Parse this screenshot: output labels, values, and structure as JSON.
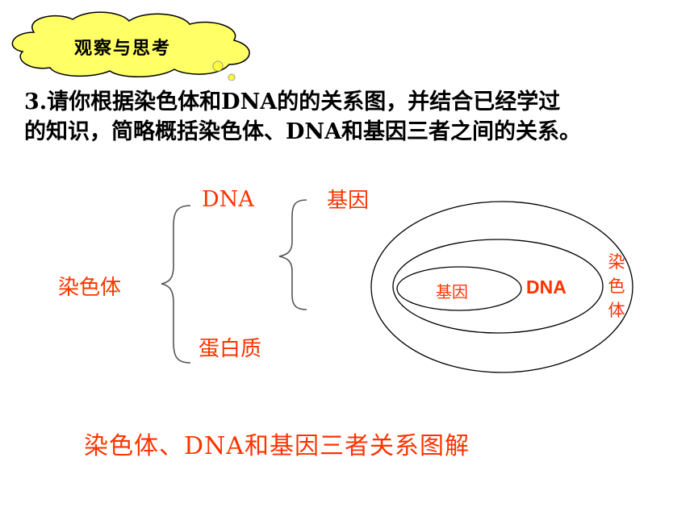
{
  "banner": {
    "label": "观察与思考"
  },
  "question": {
    "line1": "3.请你根据染色体和DNA的的关系图，并结合已经学过",
    "line2": "的知识，简略概括染色体、DNA和基因三者之间的关系。"
  },
  "tree": {
    "root": "染色体",
    "dna": "DNA",
    "gene": "基因",
    "protein": "蛋白质"
  },
  "nested": {
    "inner": "基因",
    "middle": "DNA",
    "outer": "染色体"
  },
  "caption": "染色体、DNA和基因三者关系图解",
  "colors": {
    "text_red": "#ff3300",
    "banner_fill": "#ffff66",
    "line": "#555555"
  }
}
